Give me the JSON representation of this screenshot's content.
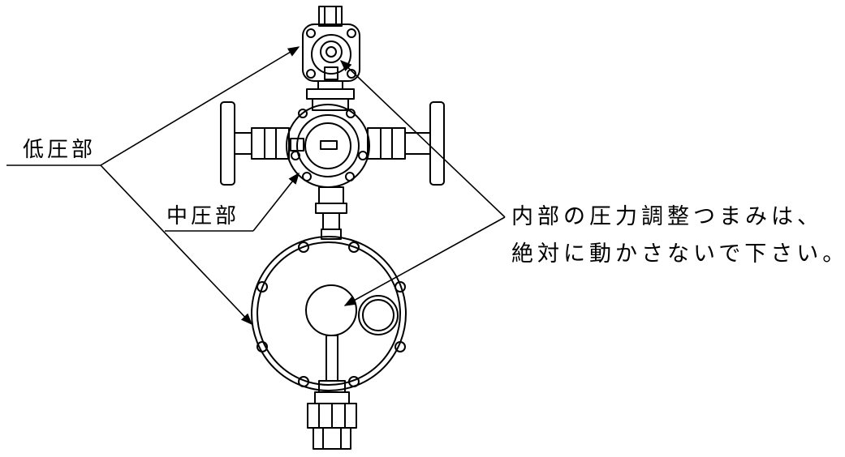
{
  "labels": {
    "low_pressure": "低圧部",
    "mid_pressure": "中圧部"
  },
  "note": {
    "line1": "内部の圧力調整つまみは、",
    "line2": "絶対に動かさないで下さい。"
  },
  "colors": {
    "line": "#000000",
    "background": "#ffffff"
  }
}
